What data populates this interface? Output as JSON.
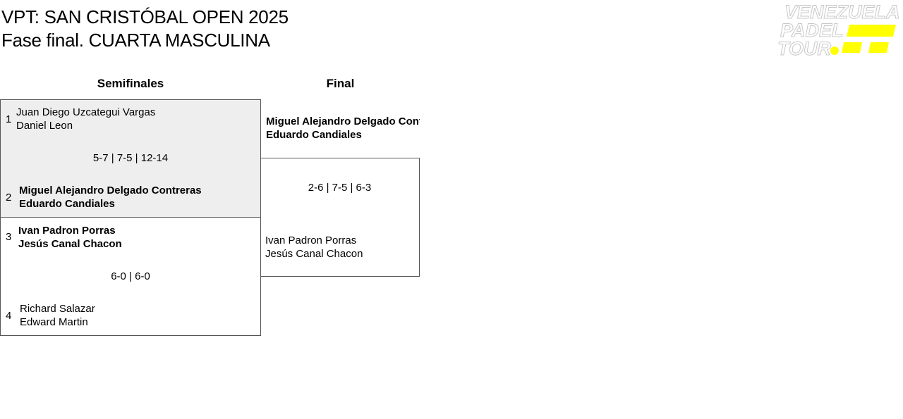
{
  "header": {
    "title_line1": "VPT: SAN CRISTÓBAL OPEN 2025",
    "title_line2": "Fase final. CUARTA MASCULINA"
  },
  "logo": {
    "icon": "venezuela-padel-tour-logo",
    "line1": "VENEZUELA",
    "line2": "PADEL",
    "line3": "TOUR",
    "accent_color": "#ffff00"
  },
  "rounds": {
    "semis_label": "Semifinales",
    "final_label": "Final"
  },
  "semifinals": [
    {
      "score": "5-7 | 7-5 | 12-14",
      "team_a": {
        "seed": "1",
        "player1": "Juan Diego Uzcategui Vargas",
        "player2": "Daniel Leon"
      },
      "team_b": {
        "seed": "2",
        "player1": "Miguel Alejandro Delgado Contreras",
        "player2": "Eduardo Candiales"
      }
    },
    {
      "score": "6-0 | 6-0",
      "team_a": {
        "seed": "3",
        "player1": "Ivan Padron Porras",
        "player2": "Jesús Canal Chacon"
      },
      "team_b": {
        "seed": "4",
        "player1": "Richard Salazar",
        "player2": "Edward Martin"
      }
    }
  ],
  "final": {
    "score": "2-6 | 7-5 | 6-3",
    "team_a": {
      "player1": "Miguel Alejandro Delgado Contreras",
      "player2": "Eduardo Candiales"
    },
    "team_b": {
      "player1": "Ivan Padron Porras",
      "player2": "Jesús Canal Chacon"
    }
  }
}
